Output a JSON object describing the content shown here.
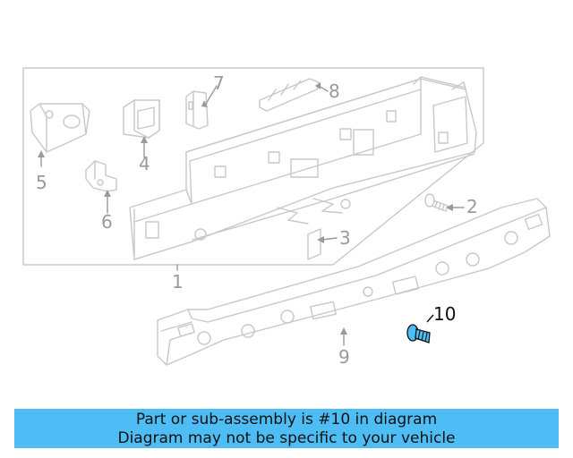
{
  "callouts": {
    "c1": "1",
    "c2": "2",
    "c3": "3",
    "c4": "4",
    "c5": "5",
    "c6": "6",
    "c7": "7",
    "c8": "8",
    "c9": "9",
    "c10": "10"
  },
  "highlighted_part": "10",
  "colors": {
    "line": "#c8c8c8",
    "label": "#9a9a9a",
    "highlight": "#4fbdf5",
    "banner": "#4fbdf5"
  },
  "banner": {
    "line1": "Part or sub-assembly is #10 in diagram",
    "line2": "Diagram may not be specific to your vehicle"
  }
}
